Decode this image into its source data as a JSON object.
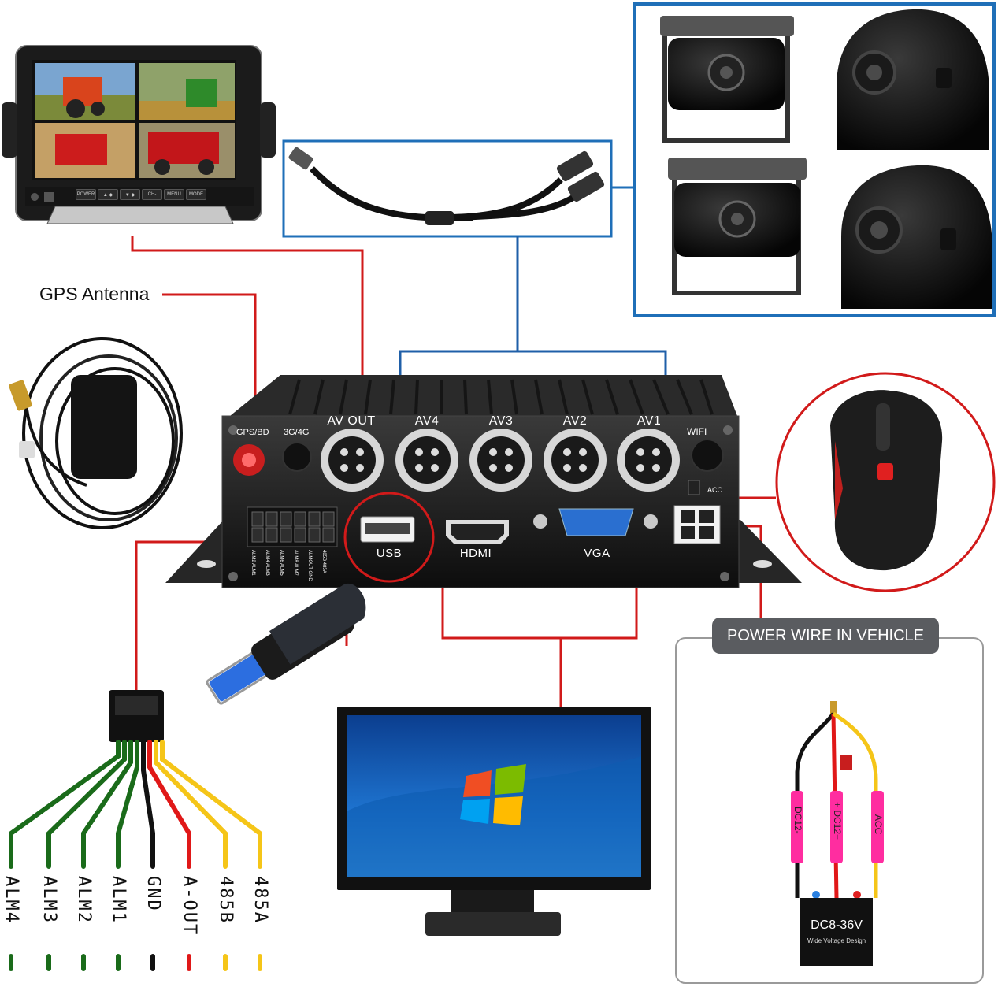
{
  "gps": {
    "title": "GPS Antenna"
  },
  "dvr": {
    "ports_top": [
      "GPS/BD",
      "3G/4G",
      "AV OUT",
      "AV4",
      "AV3",
      "AV2",
      "AV1",
      "WIFI"
    ],
    "ports_bottom": [
      "USB",
      "HDMI",
      "VGA"
    ],
    "acc": "ACC",
    "terminal_labels": [
      "ALM2 ALM1",
      "ALM4 ALM3",
      "ALM6 ALM5",
      "ALM8 ALM7",
      "ALMOUT GND",
      "485B 485A"
    ]
  },
  "monitor": {
    "buttons": [
      "POWER",
      "▲ ◆",
      "▼ ◆",
      "CH-",
      "MENU",
      "MODE"
    ]
  },
  "power": {
    "badge": "POWER WIRE IN VEHICLE",
    "wires": [
      "DC12-",
      "+ DC12+",
      "ACC"
    ],
    "box_title": "DC8-36V",
    "box_sub": "Wide Voltage Design"
  },
  "alarm_wires": [
    {
      "label": "ALM4",
      "color": "#1a6b1a"
    },
    {
      "label": "ALM3",
      "color": "#1a6b1a"
    },
    {
      "label": "ALM2",
      "color": "#1a6b1a"
    },
    {
      "label": "ALM1",
      "color": "#1a6b1a"
    },
    {
      "label": "GND",
      "color": "#111111"
    },
    {
      "label": "A-OUT",
      "color": "#e01818"
    },
    {
      "label": "485B",
      "color": "#f5c518"
    },
    {
      "label": "485A",
      "color": "#f5c518"
    }
  ],
  "colors": {
    "red_line": "#d11a1a",
    "blue_line": "#1f5fa8",
    "box_blue": "#1f6fb8"
  }
}
